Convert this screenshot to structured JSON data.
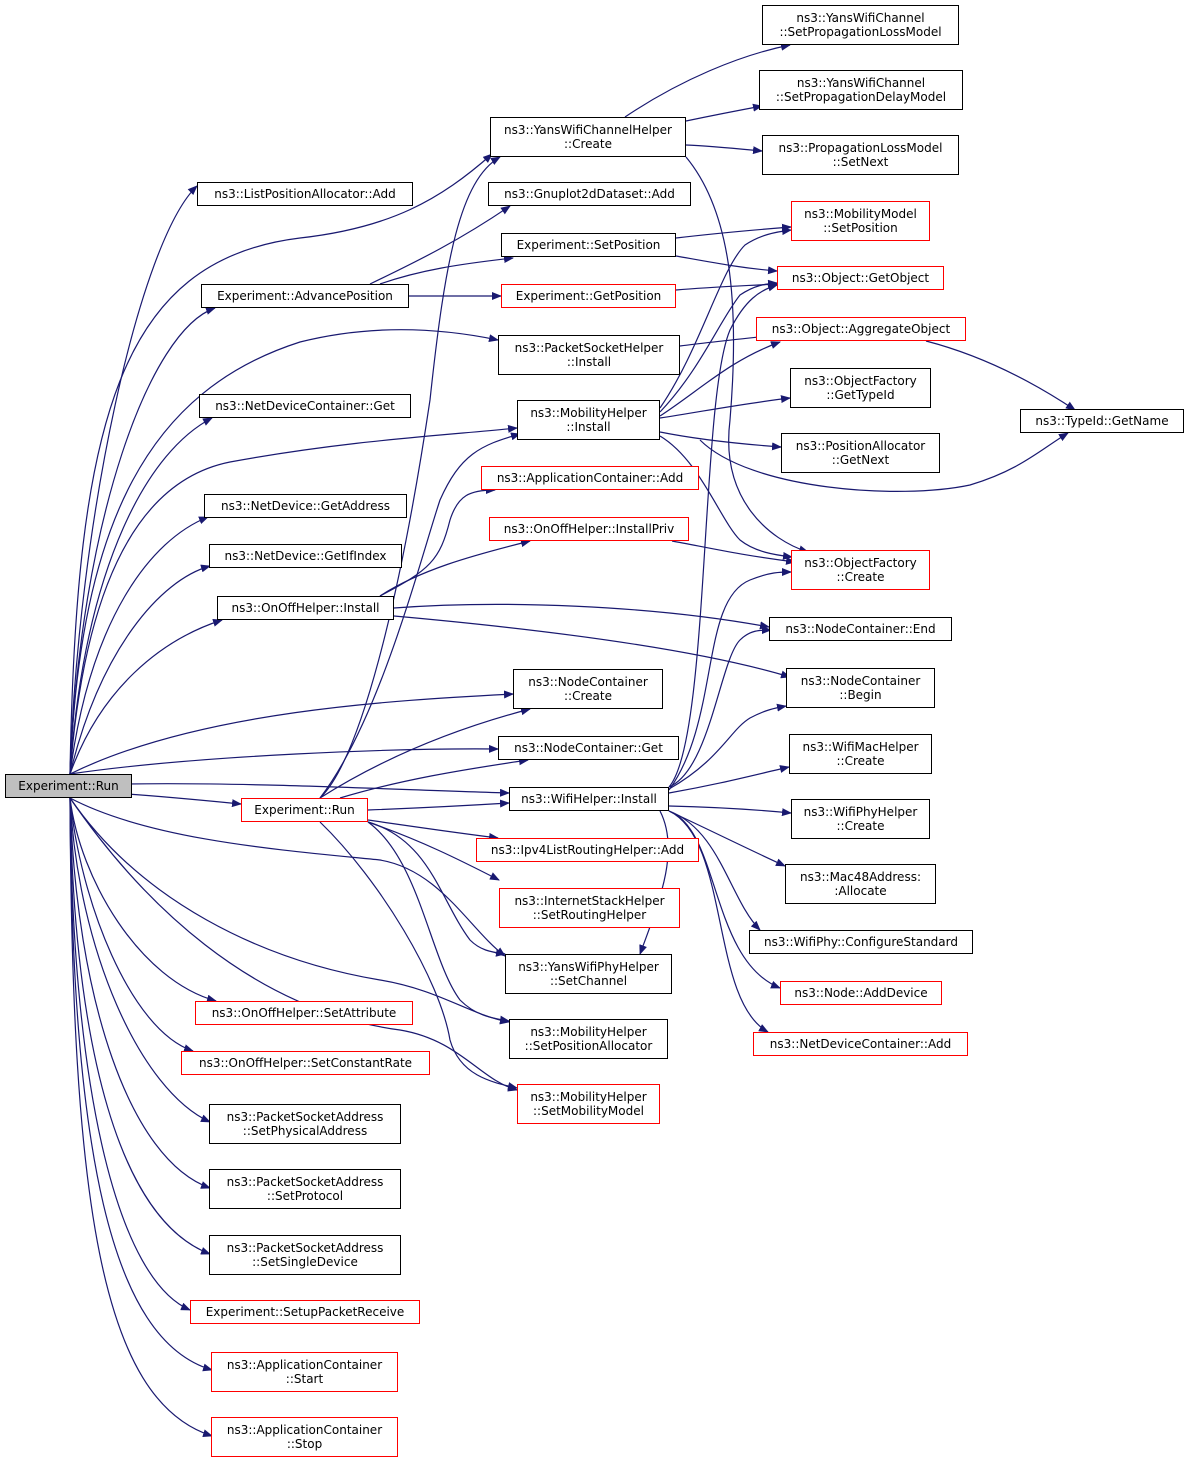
{
  "colors": {
    "edge": "#191970",
    "node_border": "#000000",
    "node_border_red": "#ff0000",
    "root_fill": "#bfbfbf",
    "node_fill": "#ffffff"
  },
  "nodes": {
    "root": {
      "lines": [
        "Experiment::Run"
      ],
      "style": "root"
    },
    "lpa_add": {
      "lines": [
        "ns3::ListPositionAllocator::Add"
      ],
      "style": "black"
    },
    "adv_pos": {
      "lines": [
        "Experiment::AdvancePosition"
      ],
      "style": "black"
    },
    "ndc_get": {
      "lines": [
        "ns3::NetDeviceContainer::Get"
      ],
      "style": "black"
    },
    "nd_getaddr": {
      "lines": [
        "ns3::NetDevice::GetAddress"
      ],
      "style": "black"
    },
    "nd_getifidx": {
      "lines": [
        "ns3::NetDevice::GetIfIndex"
      ],
      "style": "black"
    },
    "onoff_install": {
      "lines": [
        "ns3::OnOffHelper::Install"
      ],
      "style": "black"
    },
    "onoff_setattr": {
      "lines": [
        "ns3::OnOffHelper::SetAttribute"
      ],
      "style": "red"
    },
    "onoff_setrate": {
      "lines": [
        "ns3::OnOffHelper::SetConstantRate"
      ],
      "style": "red"
    },
    "psa_setphys": {
      "lines": [
        "ns3::PacketSocketAddress",
        "::SetPhysicalAddress"
      ],
      "style": "black"
    },
    "psa_setproto": {
      "lines": [
        "ns3::PacketSocketAddress",
        "::SetProtocol"
      ],
      "style": "black"
    },
    "psa_setsingle": {
      "lines": [
        "ns3::PacketSocketAddress",
        "::SetSingleDevice"
      ],
      "style": "black"
    },
    "setup_recv": {
      "lines": [
        "Experiment::SetupPacketReceive"
      ],
      "style": "red"
    },
    "ac_start": {
      "lines": [
        "ns3::ApplicationContainer",
        "::Start"
      ],
      "style": "red"
    },
    "ac_stop": {
      "lines": [
        "ns3::ApplicationContainer",
        "::Stop"
      ],
      "style": "red"
    },
    "exp_run2": {
      "lines": [
        "Experiment::Run"
      ],
      "style": "red"
    },
    "ywch_create": {
      "lines": [
        "ns3::YansWifiChannelHelper",
        "::Create"
      ],
      "style": "black"
    },
    "gp_add": {
      "lines": [
        "ns3::Gnuplot2dDataset::Add"
      ],
      "style": "black"
    },
    "exp_setpos": {
      "lines": [
        "Experiment::SetPosition"
      ],
      "style": "black"
    },
    "exp_getpos": {
      "lines": [
        "Experiment::GetPosition"
      ],
      "style": "red"
    },
    "psh_install": {
      "lines": [
        "ns3::PacketSocketHelper",
        "::Install"
      ],
      "style": "black"
    },
    "mh_install": {
      "lines": [
        "ns3::MobilityHelper",
        "::Install"
      ],
      "style": "black"
    },
    "ac_add": {
      "lines": [
        "ns3::ApplicationContainer::Add"
      ],
      "style": "red"
    },
    "onoff_installpriv": {
      "lines": [
        "ns3::OnOffHelper::InstallPriv"
      ],
      "style": "red"
    },
    "nc_create": {
      "lines": [
        "ns3::NodeContainer",
        "::Create"
      ],
      "style": "black"
    },
    "nc_get": {
      "lines": [
        "ns3::NodeContainer::Get"
      ],
      "style": "black"
    },
    "wh_install": {
      "lines": [
        "ns3::WifiHelper::Install"
      ],
      "style": "black"
    },
    "ipv4_add": {
      "lines": [
        "ns3::Ipv4ListRoutingHelper::Add"
      ],
      "style": "red"
    },
    "ish_setrouting": {
      "lines": [
        "ns3::InternetStackHelper",
        "::SetRoutingHelper"
      ],
      "style": "red"
    },
    "ywph_setchannel": {
      "lines": [
        "ns3::YansWifiPhyHelper",
        "::SetChannel"
      ],
      "style": "black"
    },
    "mh_setposalloc": {
      "lines": [
        "ns3::MobilityHelper",
        "::SetPositionAllocator"
      ],
      "style": "black"
    },
    "mh_setmobmodel": {
      "lines": [
        "ns3::MobilityHelper",
        "::SetMobilityModel"
      ],
      "style": "red"
    },
    "ywc_setloss": {
      "lines": [
        "ns3::YansWifiChannel",
        "::SetPropagationLossModel"
      ],
      "style": "black"
    },
    "ywc_setdelay": {
      "lines": [
        "ns3::YansWifiChannel",
        "::SetPropagationDelayModel"
      ],
      "style": "black"
    },
    "plm_setnext": {
      "lines": [
        "ns3::PropagationLossModel",
        "::SetNext"
      ],
      "style": "black"
    },
    "mm_setpos": {
      "lines": [
        "ns3::MobilityModel",
        "::SetPosition"
      ],
      "style": "red"
    },
    "obj_getobj": {
      "lines": [
        "ns3::Object::GetObject"
      ],
      "style": "red"
    },
    "obj_aggr": {
      "lines": [
        "ns3::Object::AggregateObject"
      ],
      "style": "red"
    },
    "of_gettypeid": {
      "lines": [
        "ns3::ObjectFactory",
        "::GetTypeId"
      ],
      "style": "black"
    },
    "pa_getnext": {
      "lines": [
        "ns3::PositionAllocator",
        "::GetNext"
      ],
      "style": "black"
    },
    "of_create": {
      "lines": [
        "ns3::ObjectFactory",
        "::Create"
      ],
      "style": "red"
    },
    "nc_end": {
      "lines": [
        "ns3::NodeContainer::End"
      ],
      "style": "black"
    },
    "nc_begin": {
      "lines": [
        "ns3::NodeContainer",
        "::Begin"
      ],
      "style": "black"
    },
    "wmh_create": {
      "lines": [
        "ns3::WifiMacHelper",
        "::Create"
      ],
      "style": "black"
    },
    "wph_create": {
      "lines": [
        "ns3::WifiPhyHelper",
        "::Create"
      ],
      "style": "black"
    },
    "mac48_alloc": {
      "lines": [
        "ns3::Mac48Address:",
        ":Allocate"
      ],
      "style": "black"
    },
    "wp_configstd": {
      "lines": [
        "ns3::WifiPhy::ConfigureStandard"
      ],
      "style": "black"
    },
    "node_adddev": {
      "lines": [
        "ns3::Node::AddDevice"
      ],
      "style": "red"
    },
    "ndc_add": {
      "lines": [
        "ns3::NetDeviceContainer::Add"
      ],
      "style": "red"
    },
    "typeid_getname": {
      "lines": [
        "ns3::TypeId::GetName"
      ],
      "style": "black"
    }
  }
}
